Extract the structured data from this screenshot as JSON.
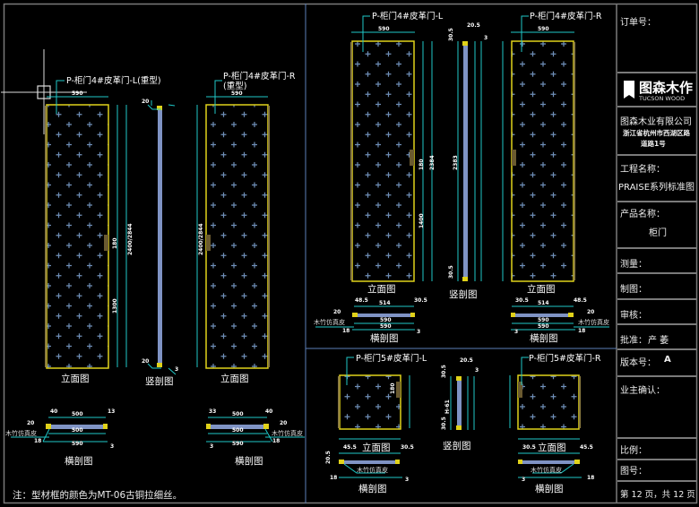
{
  "title_block": {
    "order_no_label": "订单号：",
    "logo_cn": "图森木作",
    "logo_en": "TUCSON WOOD",
    "company_name": "图森木业有限公司",
    "company_address_line1": "浙江省杭州市西湖区路",
    "company_address_line2": "道路1号",
    "project_label": "工程名称：",
    "project_value": "PRAISE系列标准图",
    "product_label": "产品名称：",
    "product_value": "柜门",
    "measure_label": "测量：",
    "draw_label": "制图：",
    "review_label": "审核：",
    "approve_label": "批准：",
    "approve_value": "产  萎",
    "version_label": "版本号：",
    "version_value": "A",
    "owner_confirm_label": "业主确认：",
    "scale_label": "比例：",
    "drawing_no_label": "图号：",
    "page_info": "第 12 页，共 12 页"
  },
  "drawings": {
    "left": {
      "door_l_label": "P-柜门4#皮革门-L(重型)",
      "door_r_label_1": "P-柜门4#皮革门-R",
      "door_r_label_2": "(重型)",
      "elevation_caption_l": "立面图",
      "elevation_caption_r": "立面图",
      "vertical_section_caption": "竖剖图",
      "cross_section_caption_l": "横剖图",
      "cross_section_caption_r": "横剖图",
      "material_label_l": "木竹仿真皮",
      "material_label_r": "木竹仿真皮",
      "dims": {
        "width_top_l": "590",
        "width_top_r": "590",
        "height_l": "2400/2844",
        "height_r": "2400/2844",
        "handle": "180",
        "handle_pos": "1300",
        "sec_top_l": "40",
        "sec_mid_l": "500",
        "sec_top_r2": "13",
        "sec_bot_l1": "500",
        "sec_bot_l2": "590",
        "sec_side_l": "20",
        "sec_thick_l": "18",
        "sec_end_l": "3",
        "sec_top_r": "33",
        "sec_mid_r": "500",
        "sec_top_r_end": "40",
        "sec_bot_r1": "500",
        "sec_bot_r2": "590",
        "sec_side_r": "20",
        "sec_thick_r": "18",
        "sec_end_r": "3",
        "vs_top": "20",
        "vs_bot": "20",
        "vs_end": "3"
      }
    },
    "top_right": {
      "door_l_label": "P-柜门4#皮革门-L",
      "door_r_label": "P-柜门4#皮革门-R",
      "elevation_caption_l": "立面图",
      "elevation_caption_r": "立面图",
      "vertical_section_caption": "竖剖图",
      "cross_section_caption_l": "横剖图",
      "cross_section_caption_r": "横剖图",
      "material_label_l": "木竹仿真皮",
      "material_label_r": "木竹仿真皮",
      "dims": {
        "width_top_l": "590",
        "width_top_r": "590",
        "vs_top_width": "20.5",
        "vs_top_left": "30.5",
        "vs_bot_left": "30.5",
        "vs_height": "2383",
        "vs_end": "3",
        "height_l": "2384",
        "handle": "180",
        "handle_pos": "1400",
        "sec_l_a": "48.5",
        "sec_l_b": "514",
        "sec_l_c": "30.5",
        "sec_l_d": "590",
        "sec_l_e": "590",
        "sec_l_side": "20",
        "sec_l_thick": "18",
        "sec_l_end": "3",
        "sec_r_a": "30.5",
        "sec_r_b": "514",
        "sec_r_c": "48.5",
        "sec_r_d": "590",
        "sec_r_e": "590",
        "sec_r_side": "20",
        "sec_r_thick": "18",
        "sec_r_end": "3"
      }
    },
    "bottom_right": {
      "door_l_label": "P-柜门5#皮革门-L",
      "door_r_label": "P-柜门5#皮革门-R",
      "elevation_caption_l": "立面图",
      "elevation_caption_r": "立面图",
      "vertical_section_caption": "竖剖图",
      "cross_section_caption_l": "横剖图",
      "cross_section_caption_r": "横剖图",
      "material_label_l": "木竹仿真皮",
      "material_label_r": "木竹仿真皮",
      "dims": {
        "vs_top_width": "20.5",
        "vs_top_left": "30.5",
        "vs_bot_left": "30.5",
        "vs_height": "H-61",
        "vs_end": "3",
        "handle": "180",
        "sec_l_a": "45.5",
        "sec_l_c": "30.5",
        "sec_l_side": "20.5",
        "sec_l_thick": "18",
        "sec_l_end": "3",
        "sec_r_a": "30.5",
        "sec_r_c": "45.5",
        "sec_r_thick": "18",
        "sec_r_end": "3"
      }
    }
  },
  "note": "注：型材框的颜色为MT-06古铜拉细丝。",
  "colors": {
    "background": "#000000",
    "frame_line": "#7a7a7a",
    "dimension": "#1fc8c8",
    "door_frame": "#e0d21a",
    "leather_cross": "#6f8fb8",
    "section_fill": "#7f93c4",
    "panel_divider": "#5b7fb8"
  }
}
